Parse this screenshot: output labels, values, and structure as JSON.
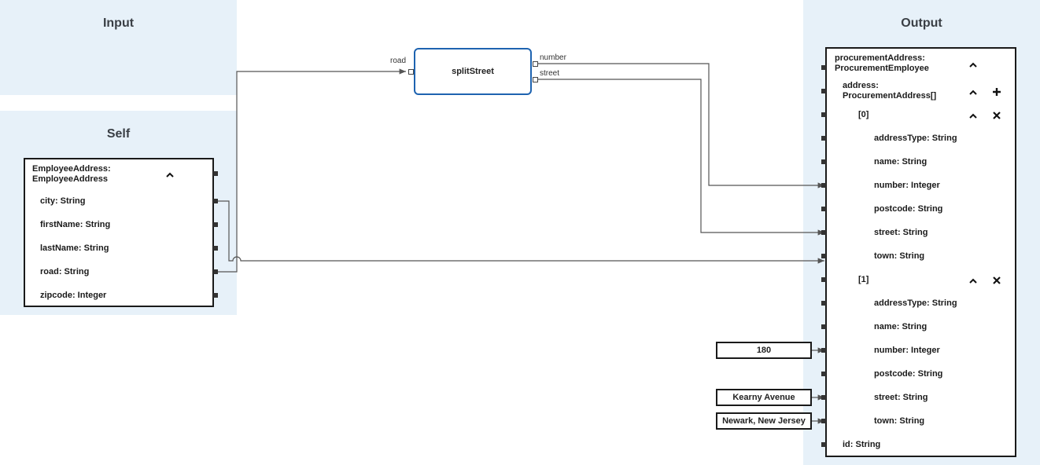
{
  "panels": {
    "input_title": "Input",
    "self_title": "Self",
    "output_title": "Output"
  },
  "self_box": {
    "header_line1": "EmployeeAddress:",
    "header_line2": "EmployeeAddress",
    "fields": [
      "city: String",
      "firstName: String",
      "lastName: String",
      "road: String",
      "zipcode: Integer"
    ]
  },
  "function": {
    "name": "splitStreet",
    "input_label": "road",
    "output_labels": [
      "number",
      "street"
    ]
  },
  "output_box": {
    "header_line1": "procurementAddress:",
    "header_line2": "ProcurementEmployee",
    "address_line1": "address:",
    "address_line2": "ProcurementAddress[]",
    "items": [
      {
        "label": "[0]",
        "fields": [
          "addressType: String",
          "name: String",
          "number: Integer",
          "postcode: String",
          "street: String",
          "town: String"
        ]
      },
      {
        "label": "[1]",
        "fields": [
          "addressType: String",
          "name: String",
          "number: Integer",
          "postcode: String",
          "street: String",
          "town: String"
        ]
      }
    ],
    "id_field": "id: String"
  },
  "constants": [
    "180",
    "Kearny Avenue",
    "Newark, New Jersey"
  ],
  "icons": {
    "collapse": "chevron-up-icon",
    "add": "plus-icon",
    "remove": "close-icon"
  },
  "colors": {
    "panel_bg": "#e7f1f9",
    "function_border": "#1e63b0",
    "wire": "#555555"
  }
}
